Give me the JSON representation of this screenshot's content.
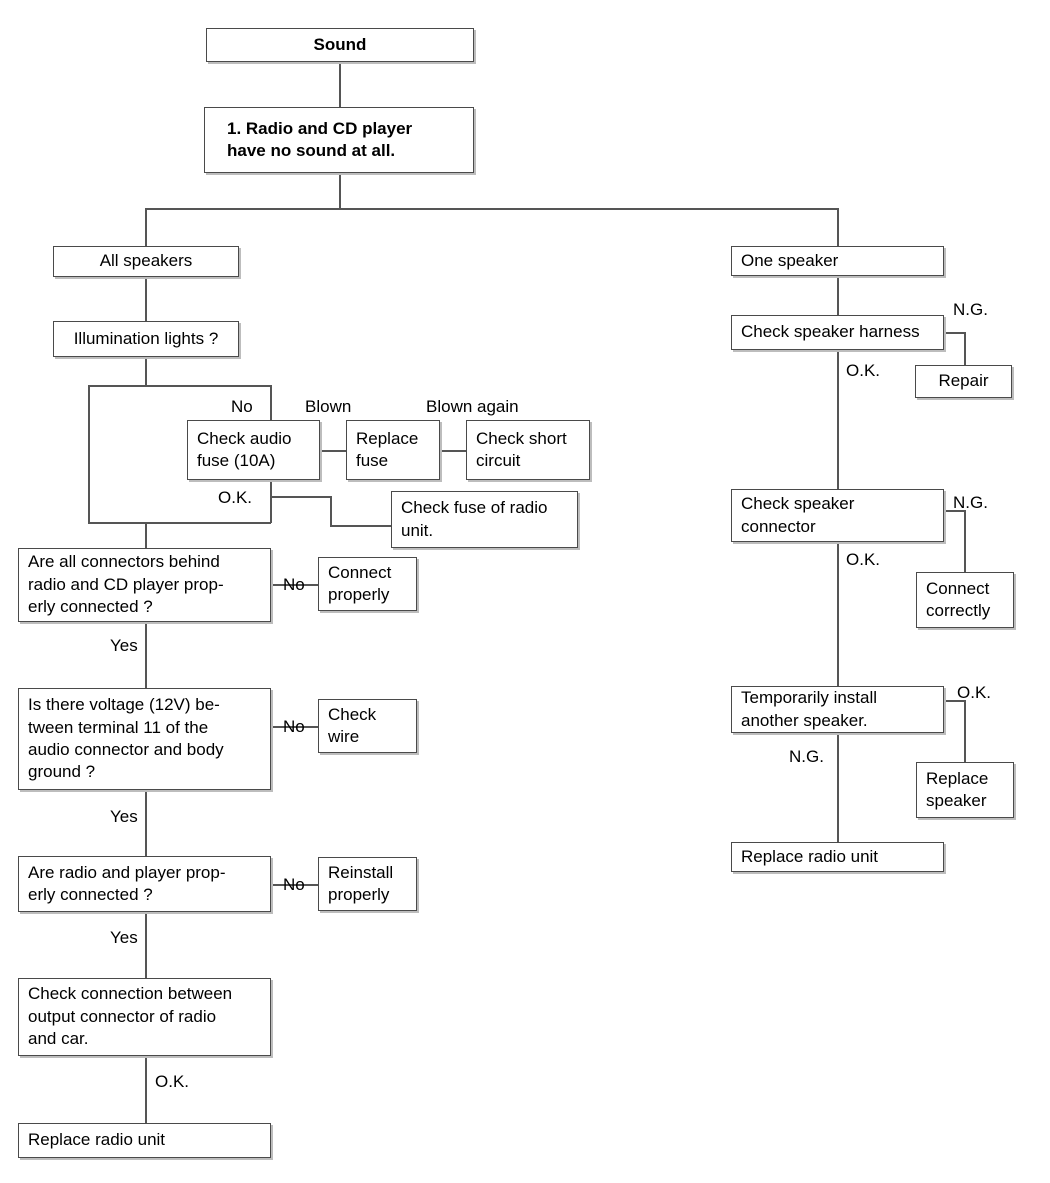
{
  "diagram": {
    "title": "Sound troubleshooting flowchart",
    "line_color": "#555555",
    "box_border_color": "#4a4a4a"
  },
  "nodes": {
    "sound": "Sound",
    "symptom": "1. Radio and CD player\nhave no sound at all.",
    "all_speakers": "All speakers",
    "illumination": "Illumination lights ?",
    "check_audio_fuse": "Check audio\nfuse (10A)",
    "replace_fuse": "Replace\nfuse",
    "check_short_circuit": "Check short\ncircuit",
    "check_fuse_radio": "Check fuse of radio\nunit.",
    "connectors_behind": "Are all connectors behind\nradio and CD player prop-\nerly connected ?",
    "connect_properly": "Connect\nproperly",
    "voltage_12v": "Is there voltage (12V) be-\ntween terminal 11 of the\naudio connector and body\nground ?",
    "check_wire": "Check\nwire",
    "radio_player_connected": "Are radio and player prop-\nerly connected ?",
    "reinstall_properly": "Reinstall\nproperly",
    "check_connection_output": "Check connection between\noutput connector of radio\nand car.",
    "replace_radio_unit_left": "Replace radio unit",
    "one_speaker": "One speaker",
    "check_speaker_harness": "Check speaker harness",
    "repair": "Repair",
    "check_speaker_connector": "Check speaker\nconnector",
    "connect_correctly": "Connect\ncorrectly",
    "temporarily_install": "Temporarily install\nanother speaker.",
    "replace_speaker": "Replace\nspeaker",
    "replace_radio_unit_right": "Replace radio unit"
  },
  "edge_labels": {
    "no_illumination": "No",
    "blown": "Blown",
    "blown_again": "Blown again",
    "ok_fuse": "O.K.",
    "no_connectors": "No",
    "yes_connectors": "Yes",
    "no_voltage": "No",
    "yes_voltage": "Yes",
    "no_radio_player": "No",
    "yes_radio_player": "Yes",
    "ok_connection": "O.K.",
    "ng_harness": "N.G.",
    "ok_harness": "O.K.",
    "ng_connector": "N.G.",
    "ok_connector": "O.K.",
    "ok_temporary": "O.K.",
    "ng_temporary": "N.G."
  }
}
